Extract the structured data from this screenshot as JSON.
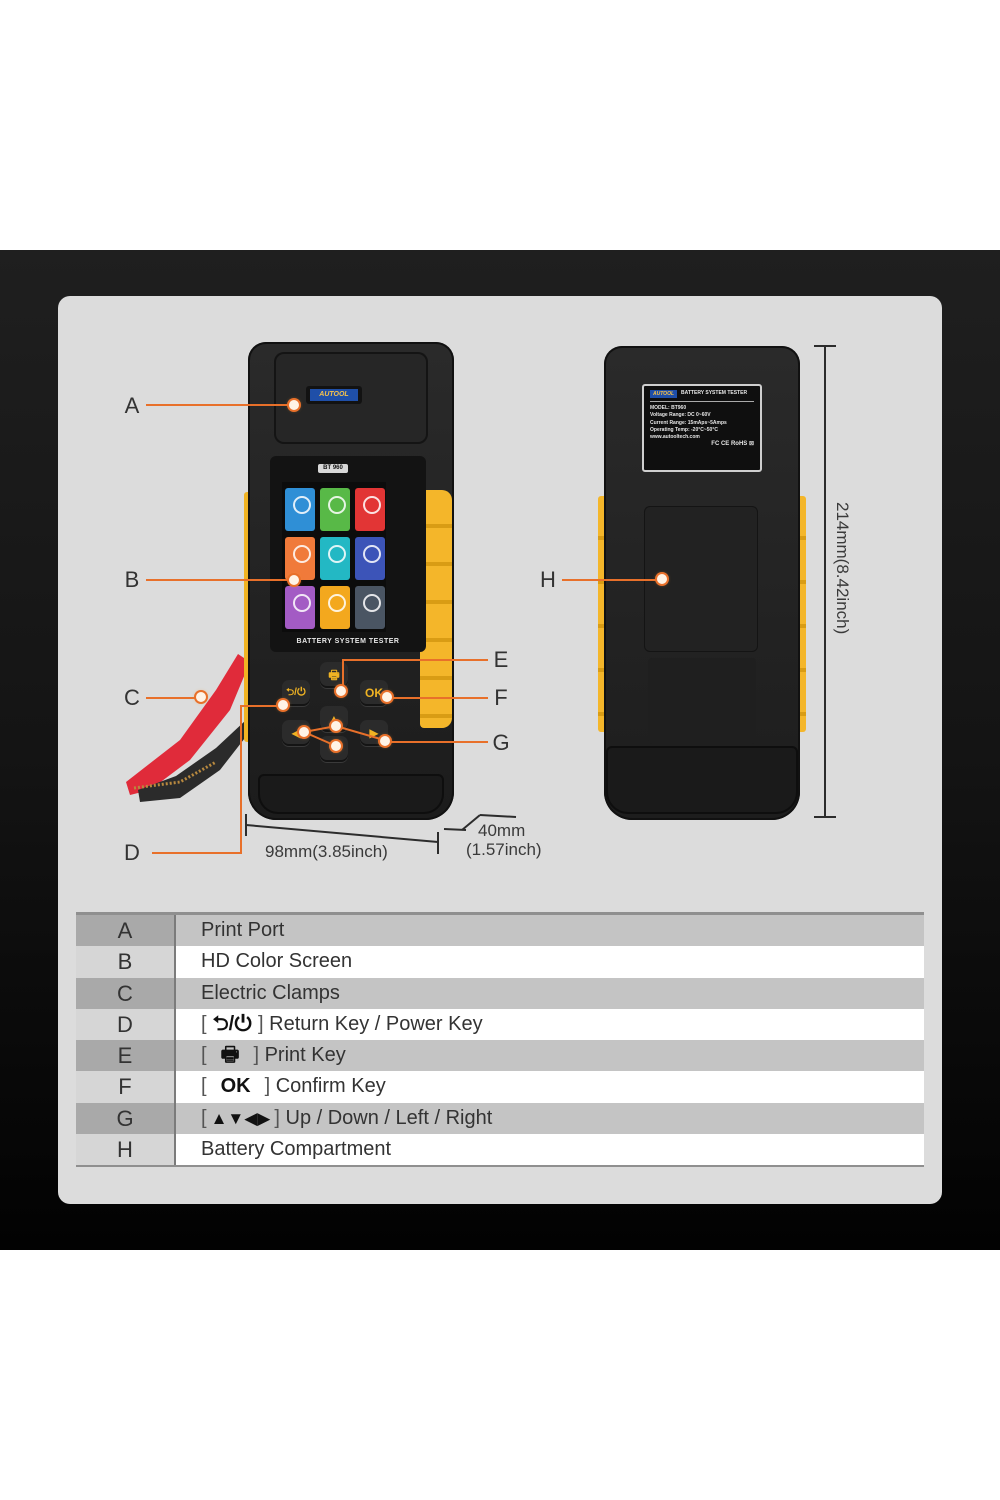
{
  "colors": {
    "frame_top": "#1f1f1f",
    "frame_bottom": "#020202",
    "panel": "#dcdcdc",
    "device_body": "#222222",
    "device_accent": "#f0b323",
    "callout": "#e8702a",
    "clamp_red": "#e02b3a",
    "clamp_black": "#2a2a2a",
    "brand_blue": "#1f4fa8"
  },
  "front_device": {
    "brand_logo": "AUTOOL",
    "model_badge": "BT 960",
    "caption": "BATTERY SYSTEM TESTER",
    "screen_tiles": [
      {
        "color": "#2f8fd6",
        "icon": "battery-icon"
      },
      {
        "color": "#58b947",
        "icon": "battery-cell-icon"
      },
      {
        "color": "#e23535",
        "icon": "power-icon"
      },
      {
        "color": "#f07a3a",
        "icon": "charging-icon"
      },
      {
        "color": "#23b8c4",
        "icon": "waveform-icon"
      },
      {
        "color": "#3c54b8",
        "icon": "voltmeter-icon"
      },
      {
        "color": "#a35bc4",
        "icon": "ammeter-icon"
      },
      {
        "color": "#f3a81e",
        "icon": "globe-icon"
      },
      {
        "color": "#4a5563",
        "icon": "help-icon"
      }
    ],
    "keys": {
      "return_power": "⮌/⏻",
      "print": "🖶",
      "ok": "OK",
      "up": "▲",
      "down": "▼",
      "left": "◀",
      "right": "▶"
    }
  },
  "back_device": {
    "label": {
      "brand": "AUTOOL",
      "title": "BATTERY SYSTEM TESTER",
      "lines": [
        "MODEL: BT960",
        "Voltage Range: DC 0~60V",
        "Current Range: 15mAps~5Amps",
        "Operating Temp: -20°C~50°C",
        "www.autooltech.com"
      ],
      "certifications": "FC CE RoHS ⊠"
    }
  },
  "callouts": {
    "A": "A",
    "B": "B",
    "C": "C",
    "D": "D",
    "E": "E",
    "F": "F",
    "G": "G",
    "H": "H"
  },
  "dimensions": {
    "width": "98mm(3.85inch)",
    "depth_line1": "40mm",
    "depth_line2": "(1.57inch)",
    "height": "214mm(8.42inch)"
  },
  "legend": [
    {
      "key": "A",
      "glyph": "",
      "label": "Print Port"
    },
    {
      "key": "B",
      "glyph": "",
      "label": "HD Color Screen"
    },
    {
      "key": "C",
      "glyph": "",
      "label": "Electric Clamps"
    },
    {
      "key": "D",
      "glyph": "⮌/⏻",
      "label": "Return Key / Power Key"
    },
    {
      "key": "E",
      "glyph": "🖶",
      "label": "Print Key"
    },
    {
      "key": "F",
      "glyph": "OK",
      "label": "Confirm Key"
    },
    {
      "key": "G",
      "glyph": "▲▼◀▶",
      "label": "Up / Down / Left / Right"
    },
    {
      "key": "H",
      "glyph": "",
      "label": "Battery Compartment"
    }
  ]
}
